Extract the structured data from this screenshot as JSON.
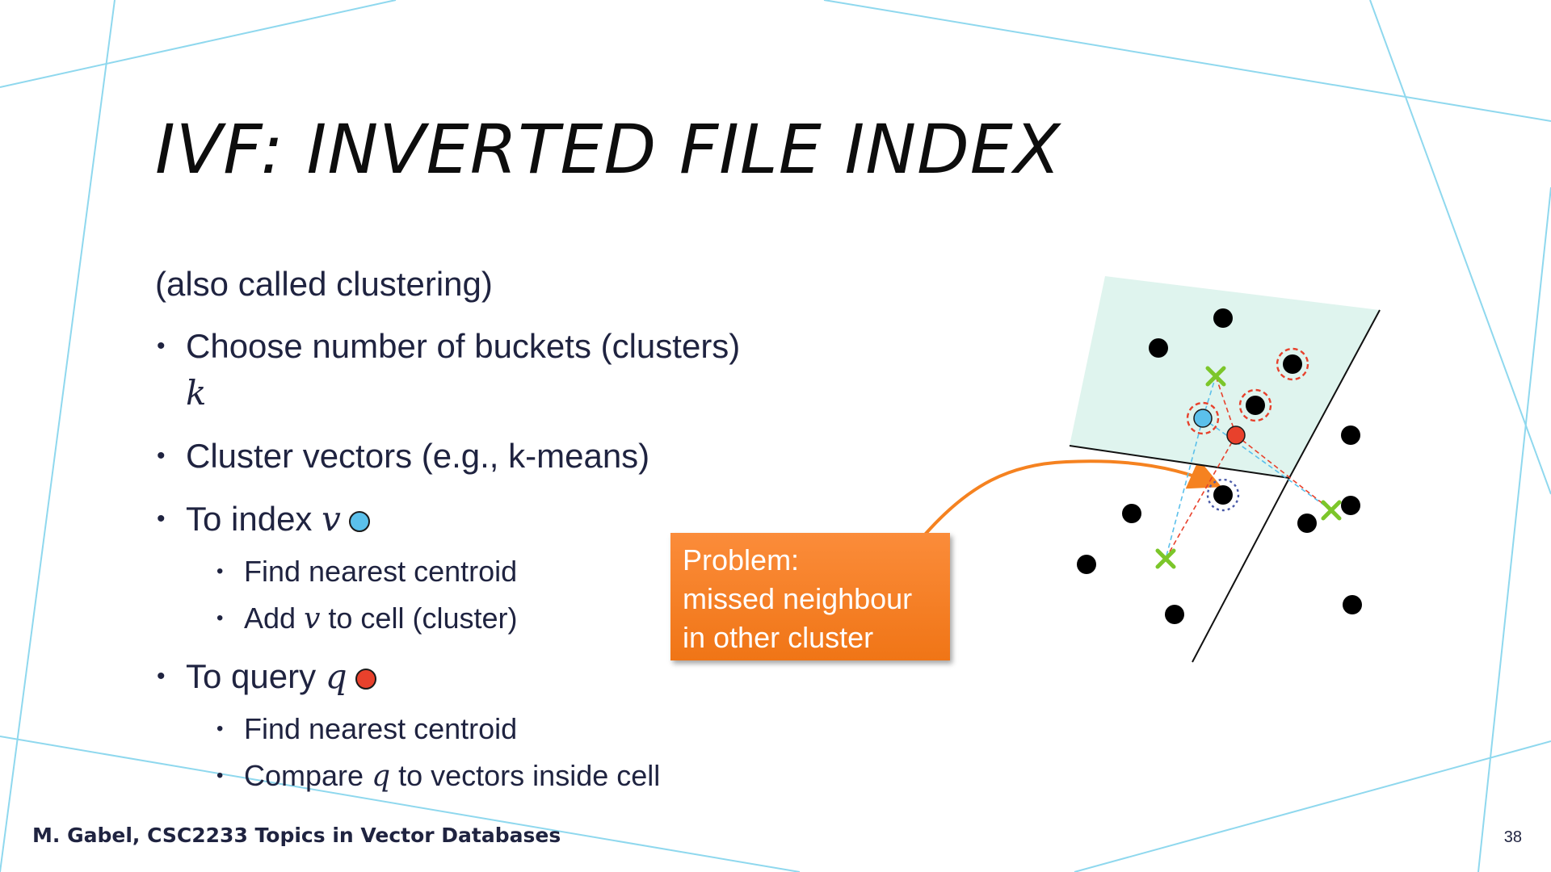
{
  "slide": {
    "title": "IVF: INVERTED FILE INDEX",
    "subtitle": "(also called clustering)",
    "bullets": {
      "b1_text": "Choose number of buckets (clusters) ",
      "b1_var": "k",
      "b2_text": "Cluster vectors (e.g., k-means)",
      "b3_text": "To index ",
      "b3_var": "v",
      "b3_sub1": "Find nearest centroid",
      "b3_sub2_pre": "Add ",
      "b3_sub2_var": "v",
      "b3_sub2_post": " to cell (cluster)",
      "b4_text": "To query ",
      "b4_var": "q",
      "b4_sub1": "Find nearest centroid",
      "b4_sub2_pre": "Compare ",
      "b4_sub2_var": "q",
      "b4_sub2_post": " to vectors inside cell"
    },
    "callout": {
      "line1": "Problem:",
      "line2": "missed neighbour",
      "line3": "in other cluster"
    },
    "footer": "M. Gabel, CSC2233 Topics in Vector Databases",
    "page_number": "38"
  },
  "colors": {
    "index_vector": "#5bc0eb",
    "query_vector": "#e8412c",
    "centroid": "#7cc62a",
    "cell_fill": "#dff4ee",
    "callout": "#f58220",
    "background_lines": "#7fd3ec"
  },
  "icons": {
    "index_marker": "blue-circle",
    "query_marker": "red-circle",
    "centroid_marker": "green-x"
  }
}
